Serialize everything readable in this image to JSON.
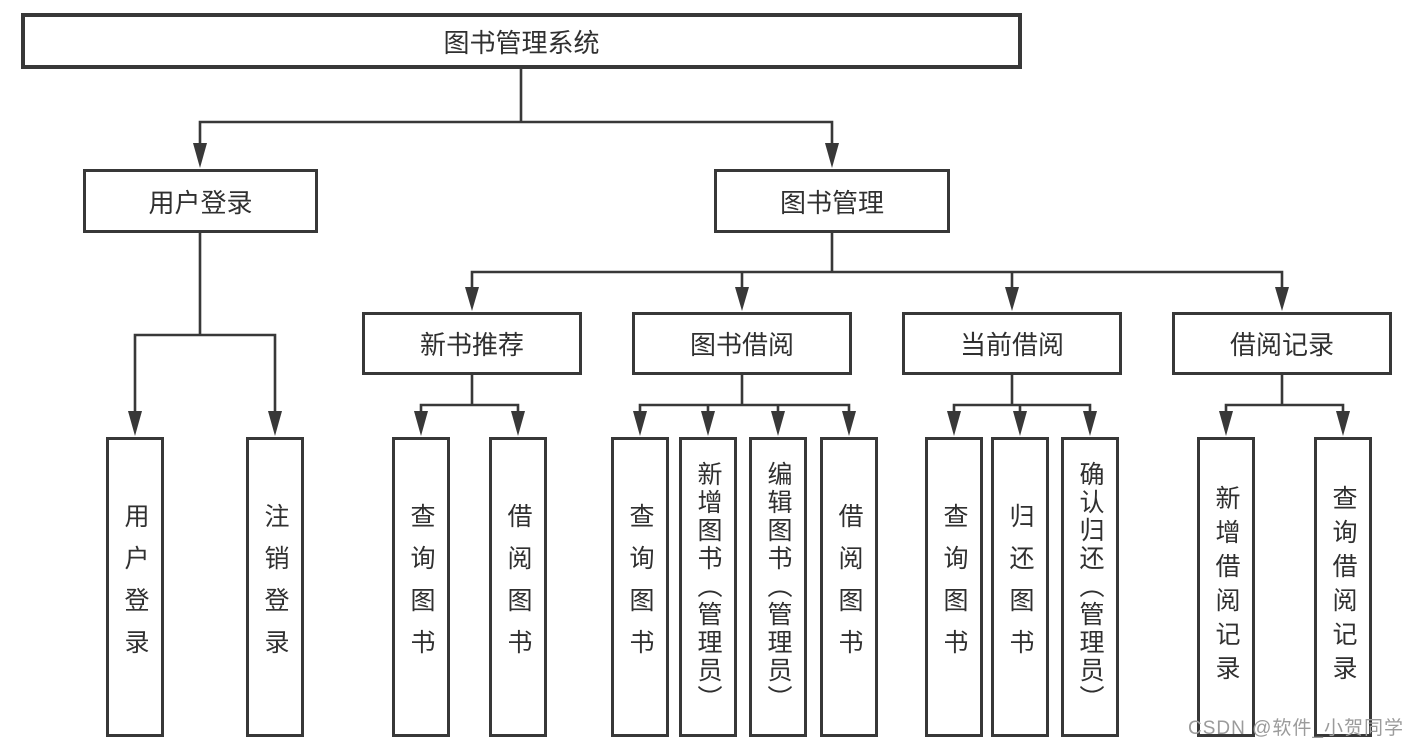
{
  "diagram": {
    "root": {
      "label": "图书管理系统"
    },
    "level2": [
      {
        "label": "用户登录"
      },
      {
        "label": "图书管理"
      }
    ],
    "level3": [
      {
        "label": "新书推荐"
      },
      {
        "label": "图书借阅"
      },
      {
        "label": "当前借阅"
      },
      {
        "label": "借阅记录"
      }
    ],
    "leaves": {
      "user_login": [
        {
          "label": "用户登录"
        },
        {
          "label": "注销登录"
        }
      ],
      "new_book": [
        {
          "label": "查询图书"
        },
        {
          "label": "借阅图书"
        }
      ],
      "book_borrow": [
        {
          "label": "查询图书"
        },
        {
          "label": "新增图书（管理员）"
        },
        {
          "label": "编辑图书（管理员）"
        },
        {
          "label": "借阅图书"
        }
      ],
      "current_borrow": [
        {
          "label": "查询图书"
        },
        {
          "label": "归还图书"
        },
        {
          "label": "确认归还（管理员）"
        }
      ],
      "borrow_record": [
        {
          "label": "新增借阅记录"
        },
        {
          "label": "查询借阅记录"
        }
      ]
    },
    "watermark": "CSDN @软件_小贺同学",
    "colors": {
      "line": "#383838",
      "text": "#303030",
      "watermark": "#9b9b9b",
      "background": "#ffffff"
    }
  }
}
